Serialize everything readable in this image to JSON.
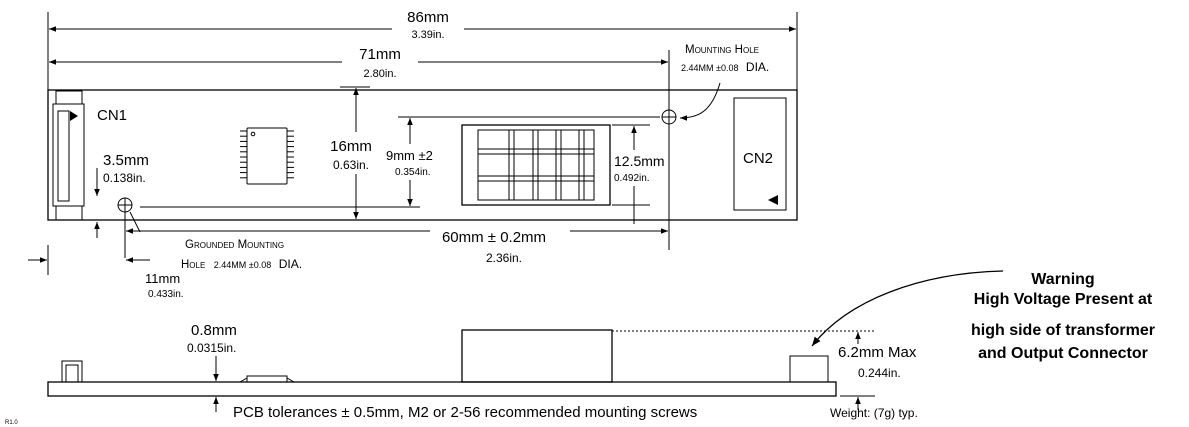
{
  "top_view": {
    "dim_overall": {
      "mm": "86mm",
      "in": "3.39in."
    },
    "dim_mount_pitch": {
      "mm": "71mm",
      "in": "2.80in."
    },
    "mounting_hole": {
      "line1": "Mounting Hole",
      "line2_small": "2.44MM ±0.08",
      "line2_large": "DIA."
    },
    "connector_left": "CN1",
    "connector_right": "CN2",
    "dim_ground_hole_y": {
      "mm": "3.5mm",
      "in": "0.138in."
    },
    "dim_board_height": {
      "mm": "16mm",
      "in": "0.63in."
    },
    "dim_hole_y": {
      "mm": "9mm ±2",
      "in": "0.354in."
    },
    "dim_transformer": {
      "mm": "12.5mm",
      "in": "0.492in."
    },
    "grounded_hole": {
      "line1": "Grounded Mounting",
      "line2a": "Hole",
      "line2_small": "2.44MM ±0.08",
      "line2_large": "DIA."
    },
    "dim_hole_spacing": {
      "mm": "60mm ± 0.2mm",
      "in": "2.36in."
    },
    "dim_ground_hole_x": {
      "mm": "11mm",
      "in": "0.433in."
    }
  },
  "side_view": {
    "warning": [
      "Warning",
      "High Voltage Present at",
      "high side of transformer",
      "and Output Connector"
    ],
    "dim_pcb_thickness": {
      "mm": "0.8mm",
      "in": "0.0315in."
    },
    "dim_height": {
      "mm": "6.2mm Max",
      "in": "0.244in."
    },
    "tolerance_note": "PCB tolerances ± 0.5mm, M2 or 2-56 recommended mounting screws",
    "weight": "Weight:  (7g) typ.",
    "revision": "R1.0"
  }
}
